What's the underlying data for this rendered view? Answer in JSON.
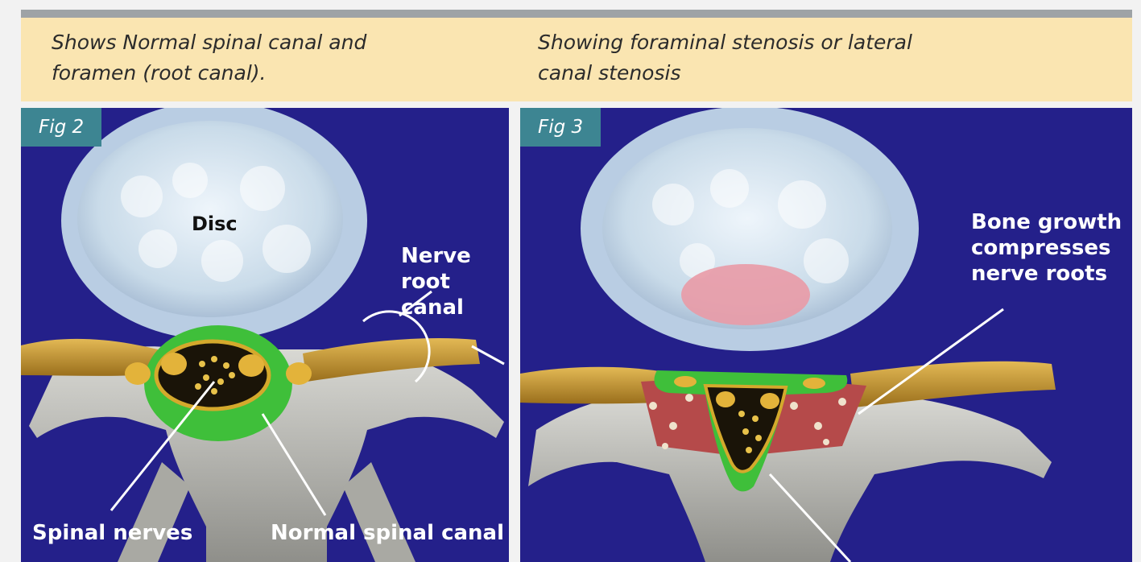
{
  "captions": {
    "left": "Shows Normal spinal canal and\nforamen (root canal).",
    "right": "Showing foraminal stenosis or lateral\ncanal stenosis"
  },
  "fig2": {
    "tag": "Fig 2",
    "disc": "Disc",
    "nerve_root_canal": "Nerve\nroot canal",
    "spinal_nerves": "Spinal nerves",
    "normal_spinal_canal": "Normal spinal canal"
  },
  "fig3": {
    "tag": "Fig 3",
    "bone_growth": "Bone growth\ncompresses\nnerve roots"
  },
  "colors": {
    "caption_band": "#fae5b1",
    "panel_bg": "#24208a",
    "fig_tag": "#3d8592",
    "canal_green": "#3fbf3a",
    "nerve_gold": "#c89a2a"
  }
}
